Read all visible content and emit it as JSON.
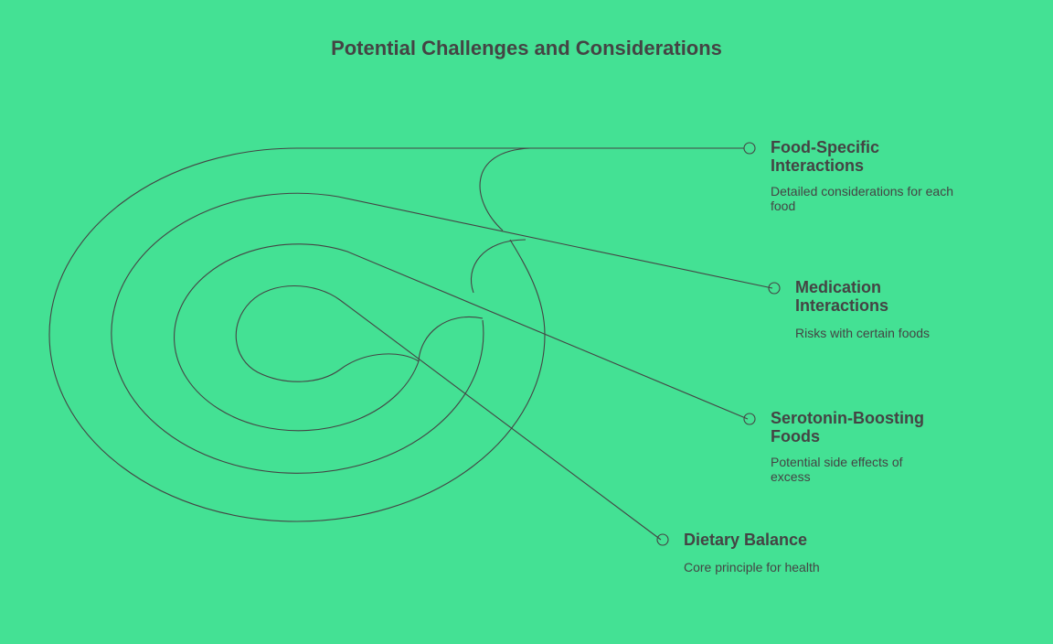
{
  "title": "Potential Challenges and Considerations",
  "items": [
    {
      "title": "Food-Specific Interactions",
      "description": "Detailed considerations for each food"
    },
    {
      "title": "Medication Interactions",
      "description": "Risks with certain foods"
    },
    {
      "title": "Serotonin-Boosting Foods",
      "description": "Potential side effects of excess"
    },
    {
      "title": "Dietary Balance",
      "description": "Core principle for health"
    }
  ],
  "colors": {
    "background": "#44e194",
    "text": "#444444",
    "line": "#444444"
  }
}
